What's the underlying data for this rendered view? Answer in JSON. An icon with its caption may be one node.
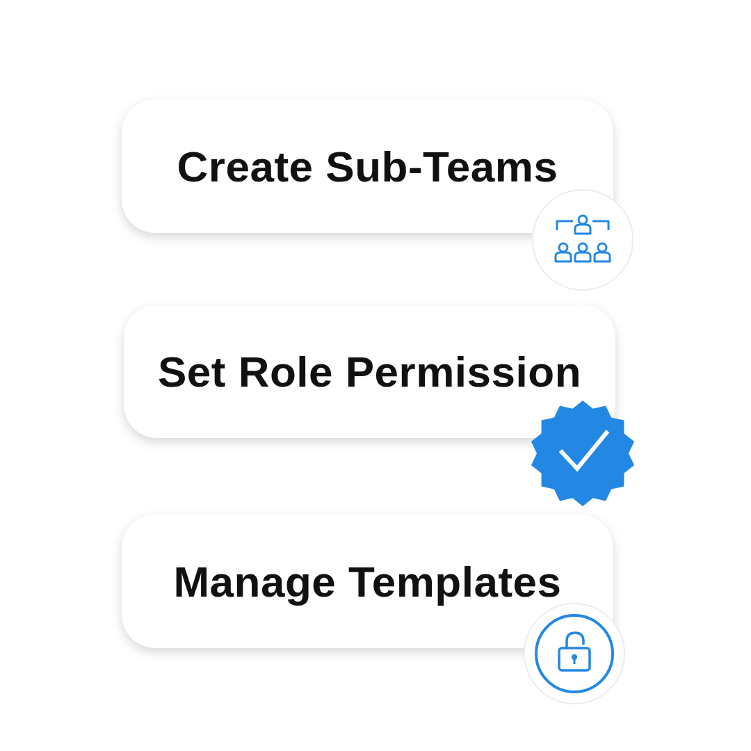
{
  "diagram": {
    "nodes": [
      {
        "text": [
          "Create Sub-Teams"
        ]
      },
      {
        "text": [
          "Set Role Permission"
        ]
      },
      {
        "text": [
          "Manage Templates"
        ]
      }
    ]
  }
}
